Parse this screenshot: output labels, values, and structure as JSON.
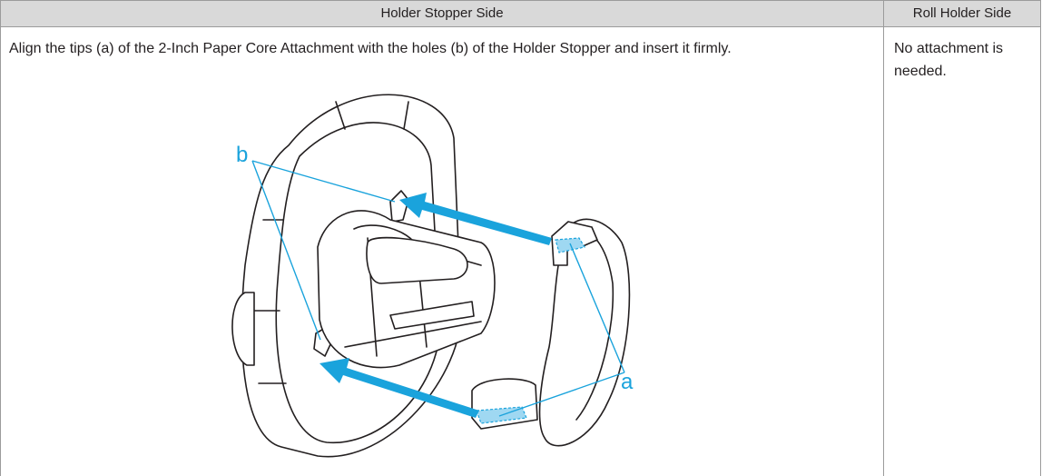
{
  "table": {
    "headers": [
      "Holder Stopper Side",
      "Roll Holder Side"
    ],
    "row": {
      "holder_stopper_text": "Align the tips (a) of the 2-Inch Paper Core Attachment with the holes (b) of the Holder Stopper and insert it firmly.",
      "roll_holder_text": "No attachment is needed."
    }
  },
  "figure": {
    "label_a": "a",
    "label_b": "b",
    "accent_color": "#1aa3dc"
  }
}
